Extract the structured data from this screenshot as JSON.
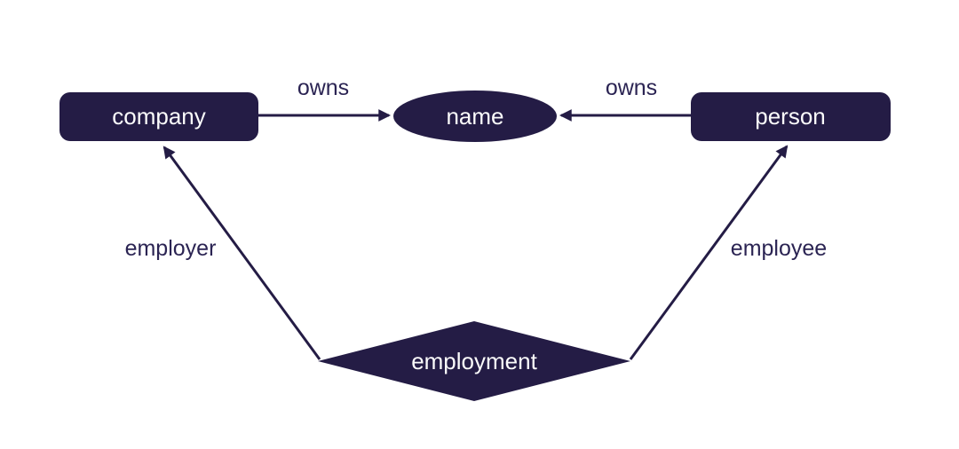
{
  "diagram": {
    "kind": "entity-relationship-diagram",
    "background_color": "#ffffff",
    "shape_fill_color": "#241c45",
    "edge_color": "#241c45",
    "edge_label_color": "#2b2453",
    "node_label_color": "#fbfbfb",
    "nodes": {
      "company": {
        "label": "company",
        "shape": "rounded-rectangle",
        "role": "entity"
      },
      "person": {
        "label": "person",
        "shape": "rounded-rectangle",
        "role": "entity"
      },
      "name": {
        "label": "name",
        "shape": "ellipse",
        "role": "attribute"
      },
      "employment": {
        "label": "employment",
        "shape": "diamond",
        "role": "relationship"
      }
    },
    "edges": [
      {
        "from": "company",
        "to": "name",
        "label": "owns"
      },
      {
        "from": "person",
        "to": "name",
        "label": "owns"
      },
      {
        "from": "employment",
        "to": "company",
        "label": "employer"
      },
      {
        "from": "employment",
        "to": "person",
        "label": "employee"
      }
    ]
  }
}
